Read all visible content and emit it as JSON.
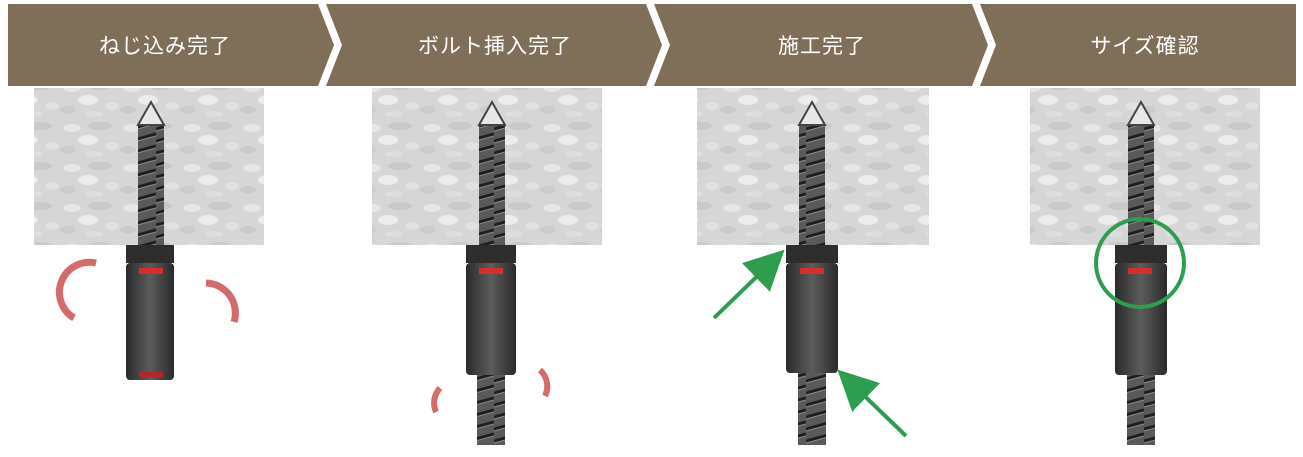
{
  "steps": [
    {
      "label": "ねじ込み完了"
    },
    {
      "label": "ボルト挿入完了"
    },
    {
      "label": "施工完了"
    },
    {
      "label": "サイズ確認"
    }
  ],
  "colors": {
    "banner": "#7f6f59",
    "concrete": "#d9d9d9",
    "anchor": "#3a3a3a",
    "red_mark": "#d62d2d",
    "rotation_arrow": "#d46a6a",
    "indicator_arrow": "#2e9d50"
  }
}
